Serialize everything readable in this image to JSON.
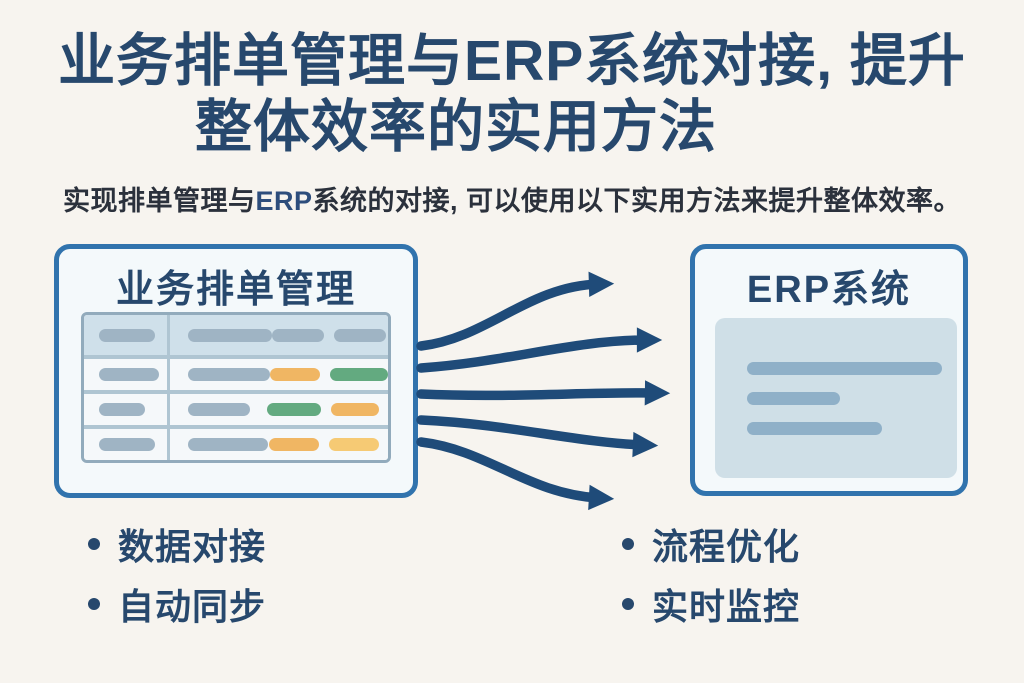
{
  "colors": {
    "background": "#F7F4EF",
    "navy": "#27486D",
    "arrow": "#1F4B79",
    "box-border": "#3173AD",
    "box-bg": "#F4F9FB",
    "table-border": "#92ABBC",
    "table-header-bg": "#CFE0EA",
    "table-row-bg": "#F5F8FA",
    "table-divider": "#AFC5D2",
    "pill-gray": "#9FB4C4",
    "pill-green": "#63AA80",
    "pill-orange": "#F0B663",
    "pill-yellow": "#F6CA74",
    "panel-bg": "#CFDFE7",
    "panel-bar": "#8FB0C8",
    "subtitle-text": "#2B313C",
    "subtitle-erp": "#2D4D7C"
  },
  "title": {
    "line1": "业务排单管理与ERP系统对接, 提升",
    "line2": "整体效率的实用方法"
  },
  "subtitle": {
    "pre": "实现排单管理与",
    "erp": "ERP",
    "post": "系统的对接, 可以使用以下实用方法来提升整体效率。"
  },
  "diagram": {
    "left_panel": {
      "title": "业务排单管理",
      "table": {
        "rows": [
          {
            "header": true,
            "col1": [
              {
                "color": "gray",
                "width": 56
              }
            ],
            "col2": [
              {
                "color": "gray",
                "width": 84
              },
              {
                "color": "gray",
                "width": 52
              },
              {
                "color": "gray",
                "width": 52
              }
            ]
          },
          {
            "header": false,
            "col1": [
              {
                "color": "gray",
                "width": 60
              }
            ],
            "col2": [
              {
                "color": "gray",
                "width": 82
              },
              {
                "color": "orange",
                "width": 50
              },
              {
                "color": "green",
                "width": 58
              }
            ]
          },
          {
            "header": false,
            "col1": [
              {
                "color": "gray",
                "width": 46
              }
            ],
            "col2": [
              {
                "color": "gray",
                "width": 62
              },
              {
                "color": "green",
                "width": 54
              },
              {
                "color": "orange",
                "width": 48
              }
            ]
          },
          {
            "header": false,
            "col1": [
              {
                "color": "gray",
                "width": 56
              }
            ],
            "col2": [
              {
                "color": "gray",
                "width": 80
              },
              {
                "color": "orange",
                "width": 50
              },
              {
                "color": "yellow",
                "width": 50
              }
            ]
          }
        ]
      }
    },
    "arrows": {
      "count": 5,
      "direction": "left-to-right"
    },
    "right_panel": {
      "title": "ERP系统",
      "screen_bars": [
        {
          "width": 195
        },
        {
          "width": 93
        },
        {
          "width": 135
        }
      ]
    }
  },
  "bullets": {
    "left": [
      "数据对接",
      "自动同步"
    ],
    "right": [
      "流程优化",
      "实时监控"
    ]
  }
}
